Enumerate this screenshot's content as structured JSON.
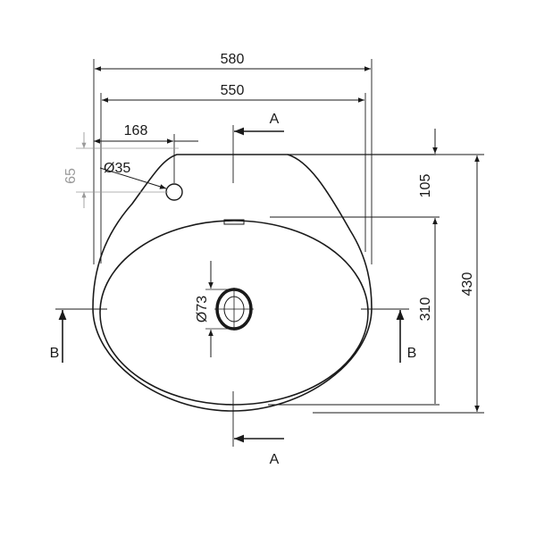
{
  "drawing": {
    "dimensions": {
      "overall_width": "580",
      "bowl_width": "550",
      "tap_hole_offset": "168",
      "tap_hole_diameter": "Ø35",
      "tap_hole_vertical": "65",
      "back_depth": "105",
      "bowl_depth": "310",
      "overall_depth": "430",
      "drain_diameter": "Ø73"
    },
    "section_labels": {
      "a_top": "A",
      "a_bottom": "A",
      "b_left": "B",
      "b_right": "B"
    },
    "colors": {
      "line": "#1a1a1a",
      "faint_line": "#9a9a9a"
    }
  }
}
